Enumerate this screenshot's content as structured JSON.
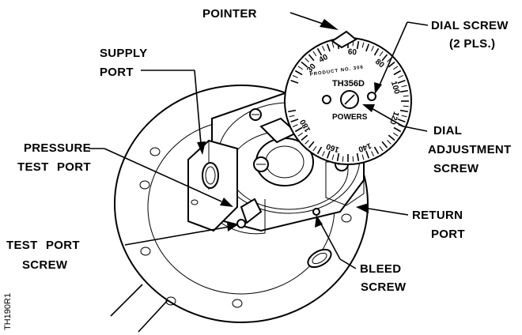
{
  "labels": {
    "pointer": "POINTER",
    "dial_screw_1": "DIAL SCREW",
    "dial_screw_2": "(2 PLS.)",
    "supply_port_1": "SUPPLY",
    "supply_port_2": "PORT",
    "pressure_test_port_1": "PRESSURE",
    "pressure_test_port_2": "TEST PORT",
    "dial_adjustment_screw_1": "DIAL",
    "dial_adjustment_screw_2": "ADJUSTMENT",
    "dial_adjustment_screw_3": "SCREW",
    "return_port_1": "RETURN",
    "return_port_2": "PORT",
    "test_port_screw_1": "TEST PORT",
    "test_port_screw_2": "SCREW",
    "bleed_screw_1": "BLEED",
    "bleed_screw_2": "SCREW"
  },
  "dial": {
    "model": "TH356D",
    "brand": "POWERS",
    "product_text": "PRODUCT NO. 306",
    "scale": [
      "30",
      "40",
      "60",
      "80",
      "100",
      "120",
      "140",
      "160",
      "180"
    ]
  },
  "figure_code": "TH190R1"
}
